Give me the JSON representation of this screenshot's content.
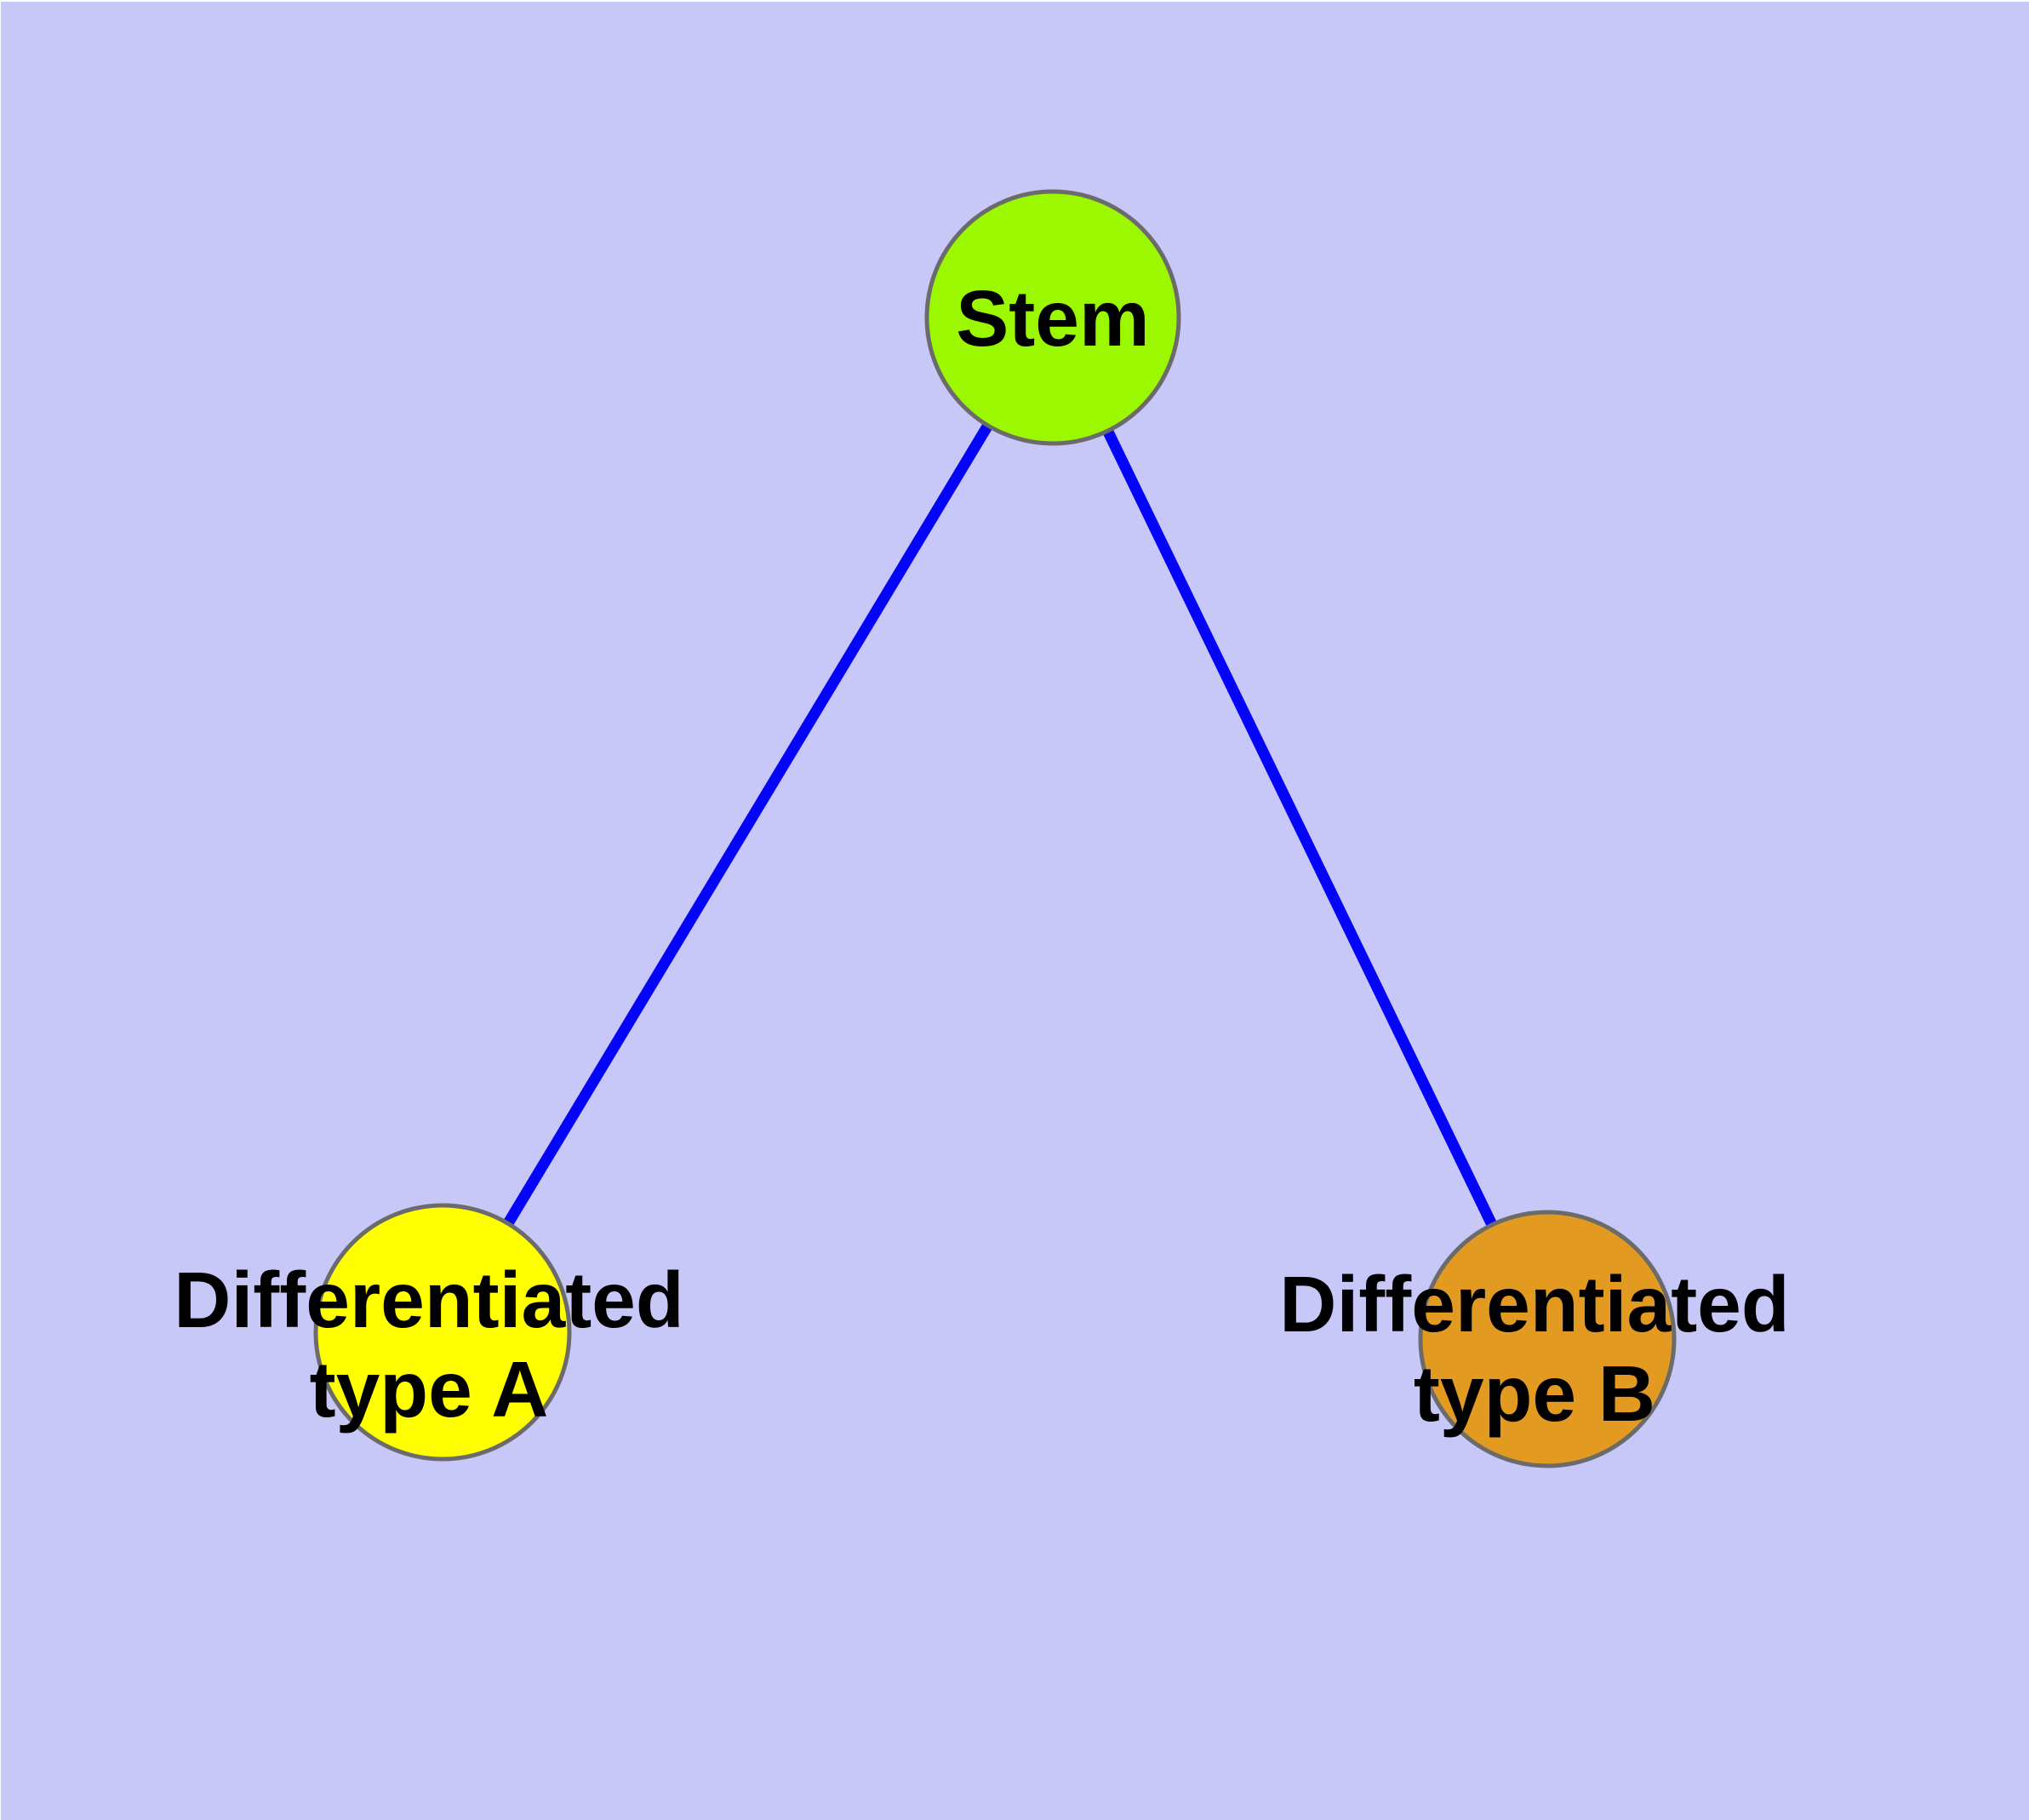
{
  "canvas": {
    "background_color": "#C8C8F8",
    "page_margin_color": "#FFFFFF"
  },
  "text": {
    "color": "#000000"
  },
  "nodes": [
    {
      "id": "stem",
      "label": "Stem",
      "fill_color": "#9BF800",
      "border_color": "#6B6B6B"
    },
    {
      "id": "differentiated-type-a",
      "label": "Differentiated type A",
      "label_line1": "Differentiated",
      "label_line2": "type A",
      "fill_color": "#FFFF00",
      "border_color": "#6B6B6B"
    },
    {
      "id": "differentiated-type-b",
      "label": "Differentiated type B",
      "label_line1": "Differentiated",
      "label_line2": "type B",
      "fill_color": "#E29A20",
      "border_color": "#6B6B6B"
    }
  ],
  "edges": [
    {
      "from": "stem",
      "to": "differentiated-type-a",
      "color": "#0404F8"
    },
    {
      "from": "stem",
      "to": "differentiated-type-b",
      "color": "#0404F8"
    }
  ]
}
